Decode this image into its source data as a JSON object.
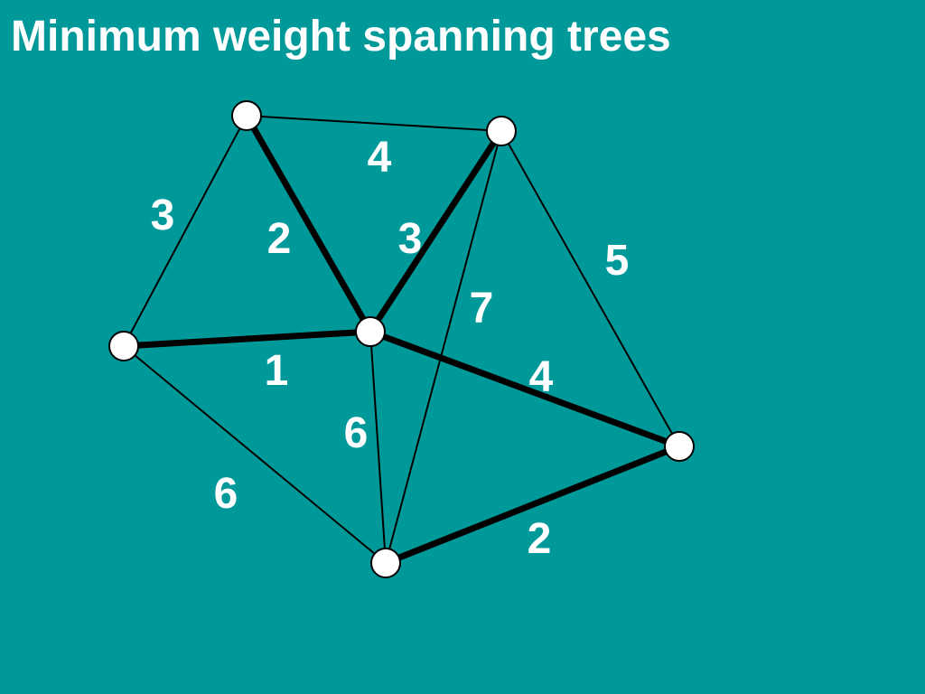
{
  "slide": {
    "title": "Minimum weight spanning trees"
  },
  "colors": {
    "background": "#009999",
    "text": "#ffffff",
    "edge": "#000000",
    "node_fill": "#ffffff",
    "node_stroke": "#000000"
  },
  "graph": {
    "nodes": [
      {
        "id": "A"
      },
      {
        "id": "B"
      },
      {
        "id": "C"
      },
      {
        "id": "D"
      },
      {
        "id": "E"
      },
      {
        "id": "F"
      }
    ],
    "edges": [
      {
        "id": "A-B",
        "source": "A",
        "target": "B",
        "weight": "4",
        "in_tree": false
      },
      {
        "id": "A-C",
        "source": "A",
        "target": "C",
        "weight": "3",
        "in_tree": false
      },
      {
        "id": "A-D",
        "source": "A",
        "target": "D",
        "weight": "2",
        "in_tree": true
      },
      {
        "id": "B-D",
        "source": "B",
        "target": "D",
        "weight": "3",
        "in_tree": true
      },
      {
        "id": "B-F",
        "source": "B",
        "target": "F",
        "weight": "7",
        "in_tree": false
      },
      {
        "id": "B-E",
        "source": "B",
        "target": "E",
        "weight": "5",
        "in_tree": false
      },
      {
        "id": "C-D",
        "source": "C",
        "target": "D",
        "weight": "1",
        "in_tree": true
      },
      {
        "id": "C-F",
        "source": "C",
        "target": "F",
        "weight": "6",
        "in_tree": false
      },
      {
        "id": "D-F",
        "source": "D",
        "target": "F",
        "weight": "6",
        "in_tree": false
      },
      {
        "id": "D-E",
        "source": "D",
        "target": "E",
        "weight": "4",
        "in_tree": true
      },
      {
        "id": "F-E",
        "source": "F",
        "target": "E",
        "weight": "2",
        "in_tree": true
      }
    ]
  }
}
